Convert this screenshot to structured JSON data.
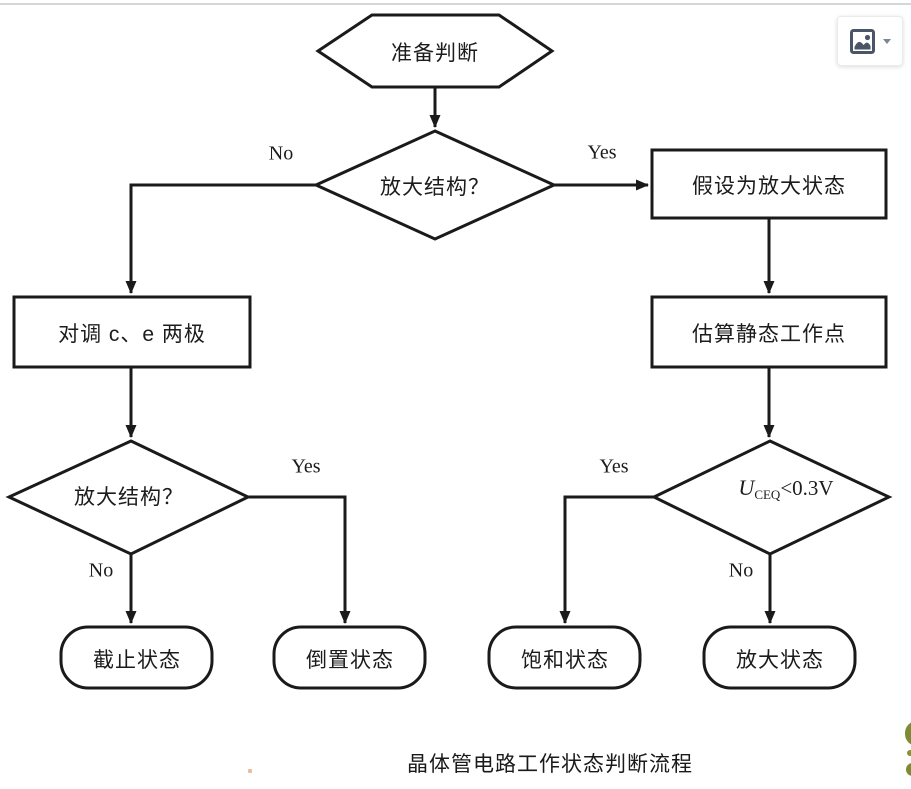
{
  "colors": {
    "line": "#1a1a1a",
    "shape_fill": "#ffffff",
    "icon_slate": "#4a5568",
    "caret_gray": "#7d8794",
    "top_rule": "#d6d6d6",
    "edge_artifact_olive": "#7d8b33"
  },
  "toolbar": {
    "image_button": {
      "icon": "image-icon",
      "dropdown_icon": "caret-down-icon"
    }
  },
  "flowchart": {
    "nodes": {
      "start": {
        "type": "hexagon",
        "label": "准备判断"
      },
      "decision1": {
        "type": "diamond",
        "label": "放大结构？"
      },
      "swap": {
        "type": "rect",
        "label": "对调 c、e 两极"
      },
      "assume": {
        "type": "rect",
        "label": "假设为放大状态"
      },
      "estimate": {
        "type": "rect",
        "label": "估算静态工作点"
      },
      "decision2": {
        "type": "diamond",
        "label": "放大结构？"
      },
      "decision3": {
        "type": "diamond",
        "u": "U",
        "sub": "CEQ",
        "rest": "<0.3V"
      },
      "cutoff": {
        "type": "terminal",
        "label": "截止状态"
      },
      "inverted": {
        "type": "terminal",
        "label": "倒置状态"
      },
      "saturation": {
        "type": "terminal",
        "label": "饱和状态"
      },
      "amplify": {
        "type": "terminal",
        "label": "放大状态"
      }
    },
    "edge_labels": {
      "d1_no": "No",
      "d1_yes": "Yes",
      "d2_yes": "Yes",
      "d2_no": "No",
      "d3_yes": "Yes",
      "d3_no": "No"
    },
    "caption": "晶体管电路工作状态判断流程"
  }
}
